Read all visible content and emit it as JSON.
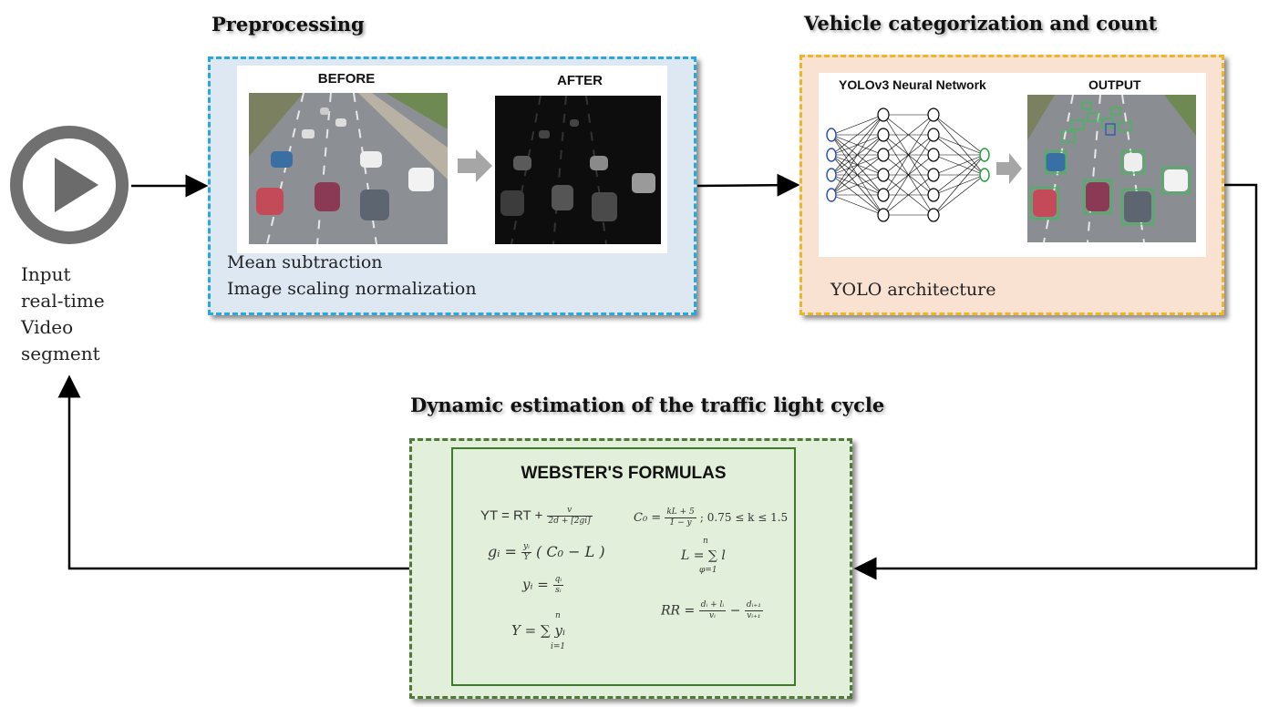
{
  "headings": {
    "preprocessing": "Preprocessing",
    "vehicle": "Vehicle categorization and count",
    "dynamic": "Dynamic estimation of the traffic light cycle"
  },
  "input": {
    "icon": "play-icon",
    "lines": [
      "Input",
      "real-time",
      "Video",
      "segment"
    ]
  },
  "preprocessing": {
    "before_label": "BEFORE",
    "after_label": "AFTER",
    "captions": [
      "Mean subtraction",
      "Image scaling normalization"
    ]
  },
  "vehicle": {
    "network_label": "YOLOv3 Neural Network",
    "output_label": "OUTPUT",
    "caption": "YOLO architecture"
  },
  "webster": {
    "title": "WEBSTER'S FORMULAS",
    "formulas": {
      "yt": "YT = RT +",
      "yt_num": "v",
      "yt_den": "2d + [2gi]",
      "co": "C₀ =",
      "co_num": "kL + 5",
      "co_den": "1 − y",
      "co_cond": "; 0.75 ≤ k ≤ 1.5",
      "gi": "gᵢ =",
      "gi_num": "yᵢ",
      "gi_den": "Y",
      "gi_tail": "( C₀ − L )",
      "L": "L = ∑ l",
      "L_top": "n",
      "L_bot": "φ=1",
      "yi": "yᵢ =",
      "yi_num": "qᵢ",
      "yi_den": "sᵢ",
      "RR": "RR =",
      "RR_num1": "dᵢ + lᵢ",
      "RR_den1": "vᵢ",
      "RR_num2": "dᵢ₊₁",
      "RR_den2": "vᵢ₊₁",
      "Y": "Y = ∑ yᵢ",
      "Y_top": "n",
      "Y_bot": "i=1"
    }
  },
  "colors": {
    "pre_border": "#2aa7df",
    "pre_fill": "#dee8f3",
    "veh_border": "#f0b429",
    "veh_fill": "#fae2d3",
    "dyn_border": "#4f7a33",
    "dyn_fill": "#e2efda"
  }
}
